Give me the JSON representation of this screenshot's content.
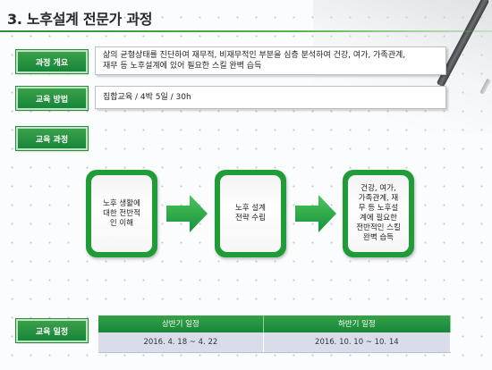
{
  "title": "3. 노후설계 전문가 과정",
  "rows": {
    "overview": {
      "label": "과정 개요",
      "text_line1": "삶의 균형상태를 진단하여 재무적, 비재무적인 부분을 심층 분석하여 건강, 여가, 가족관계,",
      "text_line2": "재무 등 노후설계에 있어 필요한 스킬 완벽 습득"
    },
    "method": {
      "label": "교육 방법",
      "text": "집합교육 / 4박 5일 / 30h"
    },
    "process": {
      "label": "교육 과정",
      "steps": [
        {
          "line1": "노후 생활에",
          "line2": "대한 전반적",
          "line3": "인 이해"
        },
        {
          "line1": "노후 설계",
          "line2": "전략 수립",
          "line3": ""
        },
        {
          "line1": "건강, 여가,",
          "line2": "가족관계, 재",
          "line3": "무 등 노후설",
          "line4": "계에 필요한",
          "line5": "전반적인 스킬",
          "line6": "완벽 습득"
        }
      ]
    },
    "schedule": {
      "label": "교육 일정",
      "columns": [
        "상반기 일정",
        "하반기 일정"
      ],
      "dates": [
        "2016. 4. 18 ~ 4. 22",
        "2016. 10. 10 ~ 10. 14"
      ]
    }
  },
  "colors": {
    "accent_green": "#17863a",
    "light_green": "#1f9c38",
    "date_row_bg": "#d8dde9"
  },
  "icons": [
    "arrow-right-icon",
    "pen-photo"
  ]
}
